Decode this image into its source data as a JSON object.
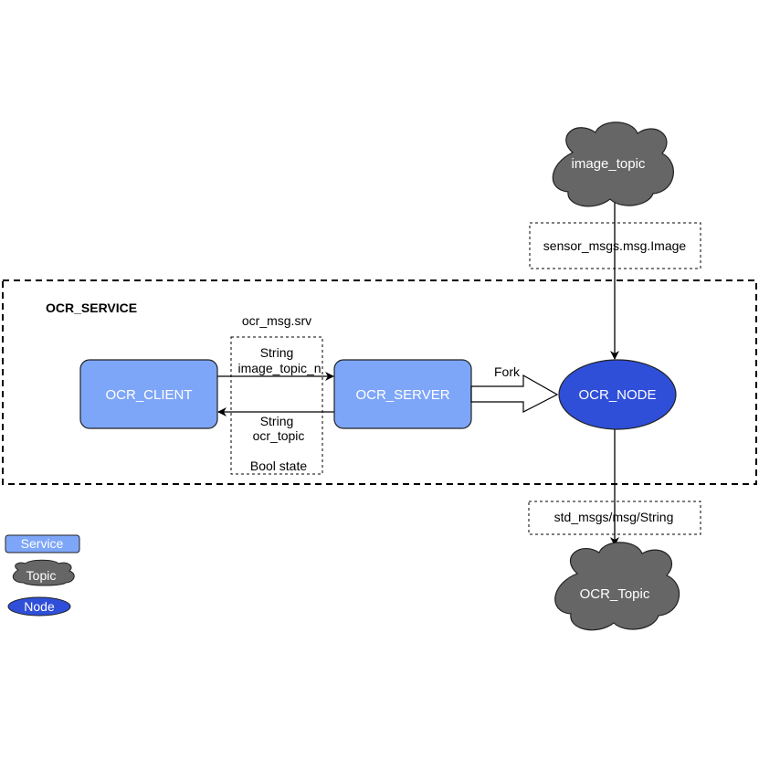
{
  "diagram": {
    "group": {
      "label": "OCR_SERVICE"
    },
    "nodes": {
      "client": {
        "label": "OCR_CLIENT",
        "kind": "service"
      },
      "server": {
        "label": "OCR_SERVER",
        "kind": "service"
      },
      "ocr_node": {
        "label": "OCR_NODE",
        "kind": "node"
      },
      "image_topic": {
        "label": "image_topic",
        "kind": "topic"
      },
      "ocr_topic": {
        "label": "OCR_Topic",
        "kind": "topic"
      }
    },
    "srv": {
      "name": "ocr_msg.srv",
      "request_type": "String",
      "request_field": "image_topic_n",
      "response_type": "String",
      "response_field": "ocr_topic",
      "response_extra": "Bool state"
    },
    "edges": {
      "fork_label": "Fork",
      "image_msg": "sensor_msgs.msg.Image",
      "string_msg": "std_msgs/msg/String"
    },
    "legend": {
      "service": "Service",
      "topic": "Topic",
      "node": "Node"
    },
    "colors": {
      "service_fill": "#7ea6f8",
      "node_fill": "#2f4fd8",
      "topic_fill": "#666666",
      "stroke": "#222222"
    }
  }
}
